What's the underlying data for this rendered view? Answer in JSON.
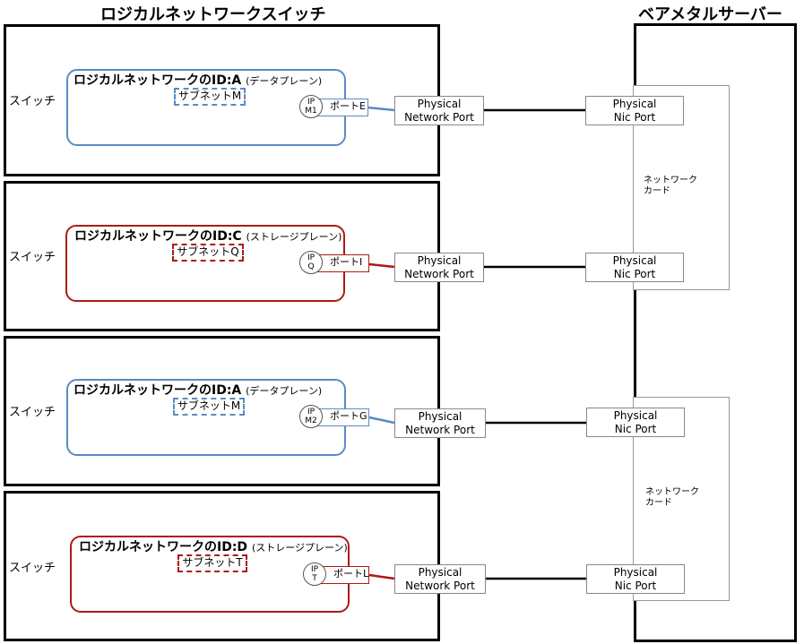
{
  "titles": {
    "left": "ロジカルネットワークスイッチ",
    "right": "ベアメタルサーバー"
  },
  "colors": {
    "blue": "#5b8ac6",
    "red": "#b01818",
    "black": "#000000"
  },
  "switches": [
    {
      "label": "スイッチ",
      "ln_title": "ロジカルネットワークのID:A",
      "plane": "(データプレーン)",
      "subnet": "サブネットM",
      "ip_top": "IP",
      "ip_bottom": "M1",
      "port": "ポートE",
      "phys_line1": "Physical",
      "phys_line2": "Network Port"
    },
    {
      "label": "スイッチ",
      "ln_title": "ロジカルネットワークのID:C",
      "plane": "(ストレージプレーン)",
      "subnet": "サブネットQ",
      "ip_top": "IP",
      "ip_bottom": "Q",
      "port": "ポートI",
      "phys_line1": "Physical",
      "phys_line2": "Network Port"
    },
    {
      "label": "スイッチ",
      "ln_title": "ロジカルネットワークのID:A",
      "plane": "(データプレーン)",
      "subnet": "サブネットM",
      "ip_top": "IP",
      "ip_bottom": "M2",
      "port": "ポートG",
      "phys_line1": "Physical",
      "phys_line2": "Network Port"
    },
    {
      "label": "スイッチ",
      "ln_title": "ロジカルネットワークのID:D",
      "plane": "(ストレージプレーン)",
      "subnet": "サブネットT",
      "ip_top": "IP",
      "ip_bottom": "T",
      "port": "ポートL",
      "phys_line1": "Physical",
      "phys_line2": "Network Port"
    }
  ],
  "nic_ports": [
    {
      "line1": "Physical",
      "line2": "Nic Port"
    },
    {
      "line1": "Physical",
      "line2": "Nic Port"
    },
    {
      "line1": "Physical",
      "line2": "Nic Port"
    },
    {
      "line1": "Physical",
      "line2": "Nic Port"
    }
  ],
  "cards": [
    {
      "line1": "ネットワーク",
      "line2": "カード"
    },
    {
      "line1": "ネットワーク",
      "line2": "カード"
    }
  ]
}
